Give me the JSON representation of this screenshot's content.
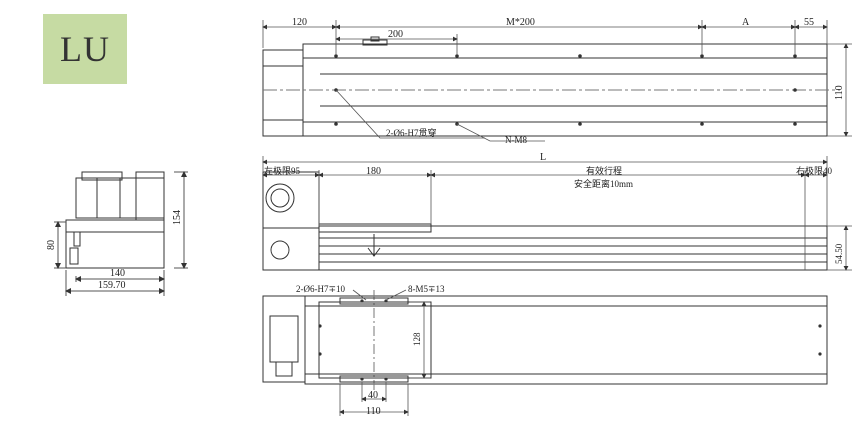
{
  "badge": {
    "label": "LU"
  },
  "top_view": {
    "dims": {
      "d120": "120",
      "d200": "200",
      "dM200": "M*200",
      "dA": "A",
      "d55": "55",
      "d110": "110"
    },
    "notes": {
      "hole_note": "2-Ø6-H7贯穿",
      "thread_note": "N-M8"
    }
  },
  "side_view": {
    "dims": {
      "dL": "L",
      "left_limit": "左极限95",
      "d180": "180",
      "stroke": "有效行程",
      "safety": "安全距离10mm",
      "right_limit": "右极限40",
      "d54": "54.50"
    }
  },
  "bottom_view": {
    "notes": {
      "hole_note": "2-Ø6-H7∓10",
      "thread_note": "8-M5∓13"
    },
    "dims": {
      "d128": "128",
      "d40": "40",
      "d110": "110"
    }
  },
  "end_view": {
    "dims": {
      "d154": "154",
      "d80": "80",
      "d140": "140",
      "d159": "159.70"
    }
  },
  "colors": {
    "badge_bg": "#c6dba3",
    "line": "#333333",
    "dim": "#555555"
  }
}
